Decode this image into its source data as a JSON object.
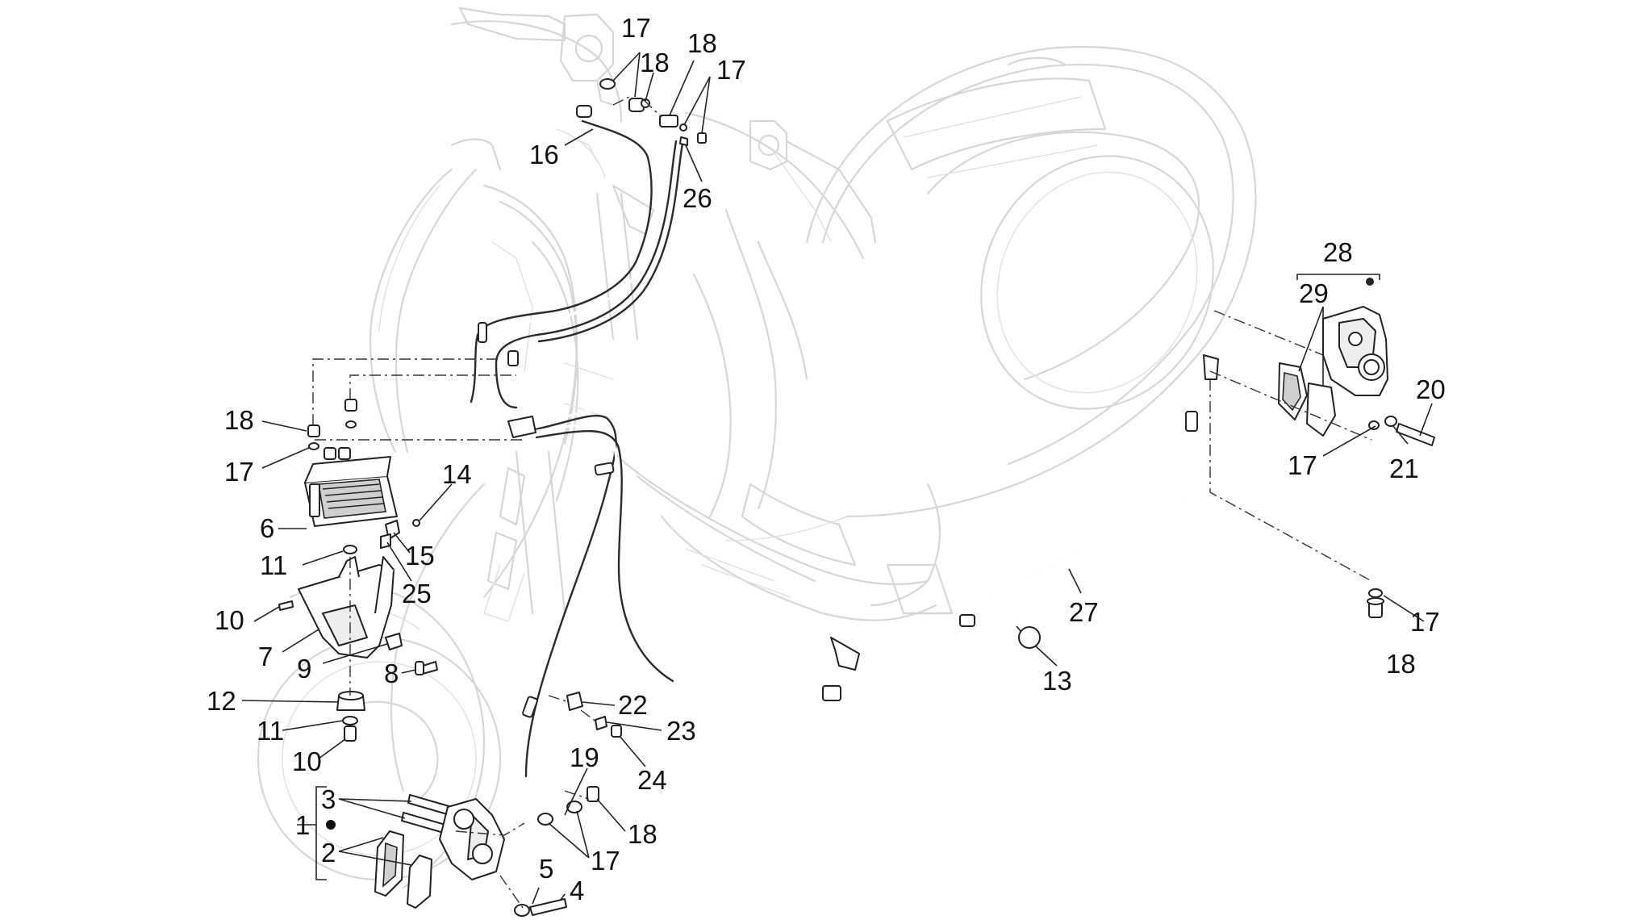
{
  "callouts": [
    {
      "id": "17a",
      "label": "17"
    },
    {
      "id": "18a",
      "label": "18"
    },
    {
      "id": "18b",
      "label": "18"
    },
    {
      "id": "17b",
      "label": "17"
    },
    {
      "id": "16",
      "label": "16"
    },
    {
      "id": "26",
      "label": "26"
    },
    {
      "id": "28",
      "label": "28"
    },
    {
      "id": "29",
      "label": "29"
    },
    {
      "id": "20",
      "label": "20"
    },
    {
      "id": "17c",
      "label": "17"
    },
    {
      "id": "21",
      "label": "21"
    },
    {
      "id": "18c",
      "label": "18"
    },
    {
      "id": "17d",
      "label": "17"
    },
    {
      "id": "14",
      "label": "14"
    },
    {
      "id": "6",
      "label": "6"
    },
    {
      "id": "15",
      "label": "15"
    },
    {
      "id": "11a",
      "label": "11"
    },
    {
      "id": "25",
      "label": "25"
    },
    {
      "id": "10a",
      "label": "10"
    },
    {
      "id": "7",
      "label": "7"
    },
    {
      "id": "9",
      "label": "9"
    },
    {
      "id": "8",
      "label": "8"
    },
    {
      "id": "12",
      "label": "12"
    },
    {
      "id": "11b",
      "label": "11"
    },
    {
      "id": "10b",
      "label": "10"
    },
    {
      "id": "27",
      "label": "27"
    },
    {
      "id": "13",
      "label": "13"
    },
    {
      "id": "17e",
      "label": "17"
    },
    {
      "id": "18d",
      "label": "18"
    },
    {
      "id": "22",
      "label": "22"
    },
    {
      "id": "23",
      "label": "23"
    },
    {
      "id": "24",
      "label": "24"
    },
    {
      "id": "19",
      "label": "19"
    },
    {
      "id": "3",
      "label": "3"
    },
    {
      "id": "1",
      "label": "1"
    },
    {
      "id": "2",
      "label": "2"
    },
    {
      "id": "18e",
      "label": "18"
    },
    {
      "id": "17f",
      "label": "17"
    },
    {
      "id": "5",
      "label": "5"
    },
    {
      "id": "4",
      "label": "4"
    }
  ]
}
